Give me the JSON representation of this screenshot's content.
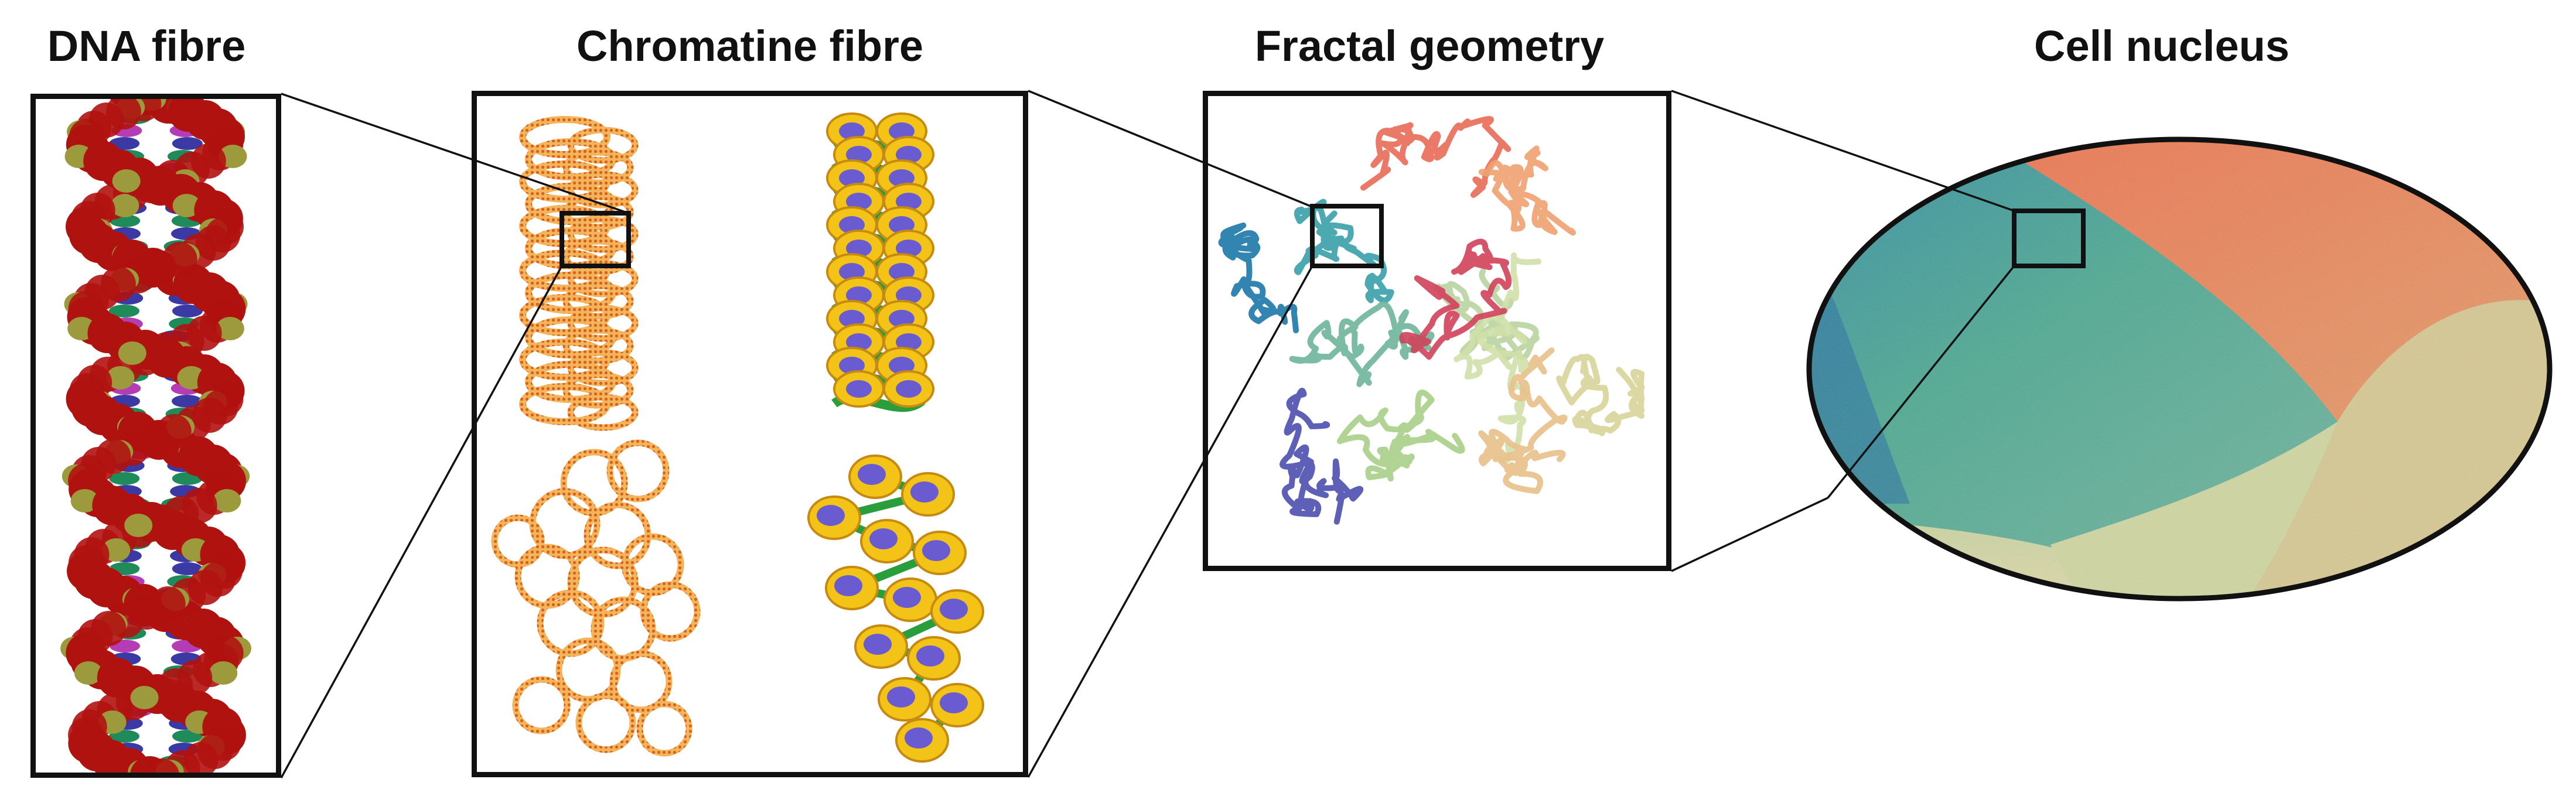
{
  "titles": {
    "dna_fibre": "DNA fibre",
    "chromatine_fibre": "Chromatine fibre",
    "fractal_geometry": "Fractal geometry",
    "cell_nucleus": "Cell nucleus"
  },
  "colors": {
    "frame": "#111111",
    "dna_red": "#b0120f",
    "dna_olive": "#9c9a3c",
    "dna_blue": "#3b3aa5",
    "dna_green": "#1f8a5a",
    "dna_magenta": "#b43cb4",
    "chromatin_orange": "#e08a2a",
    "chromatin_yellow": "#f3c417",
    "chromatin_green": "#2a9e3a",
    "chromatin_purple": "#6a5bd0",
    "nucleus_teal": "#3ea38f",
    "nucleus_orange": "#ea7f55",
    "nucleus_cream": "#d9d79a",
    "nucleus_blue": "#1f6fa0"
  }
}
